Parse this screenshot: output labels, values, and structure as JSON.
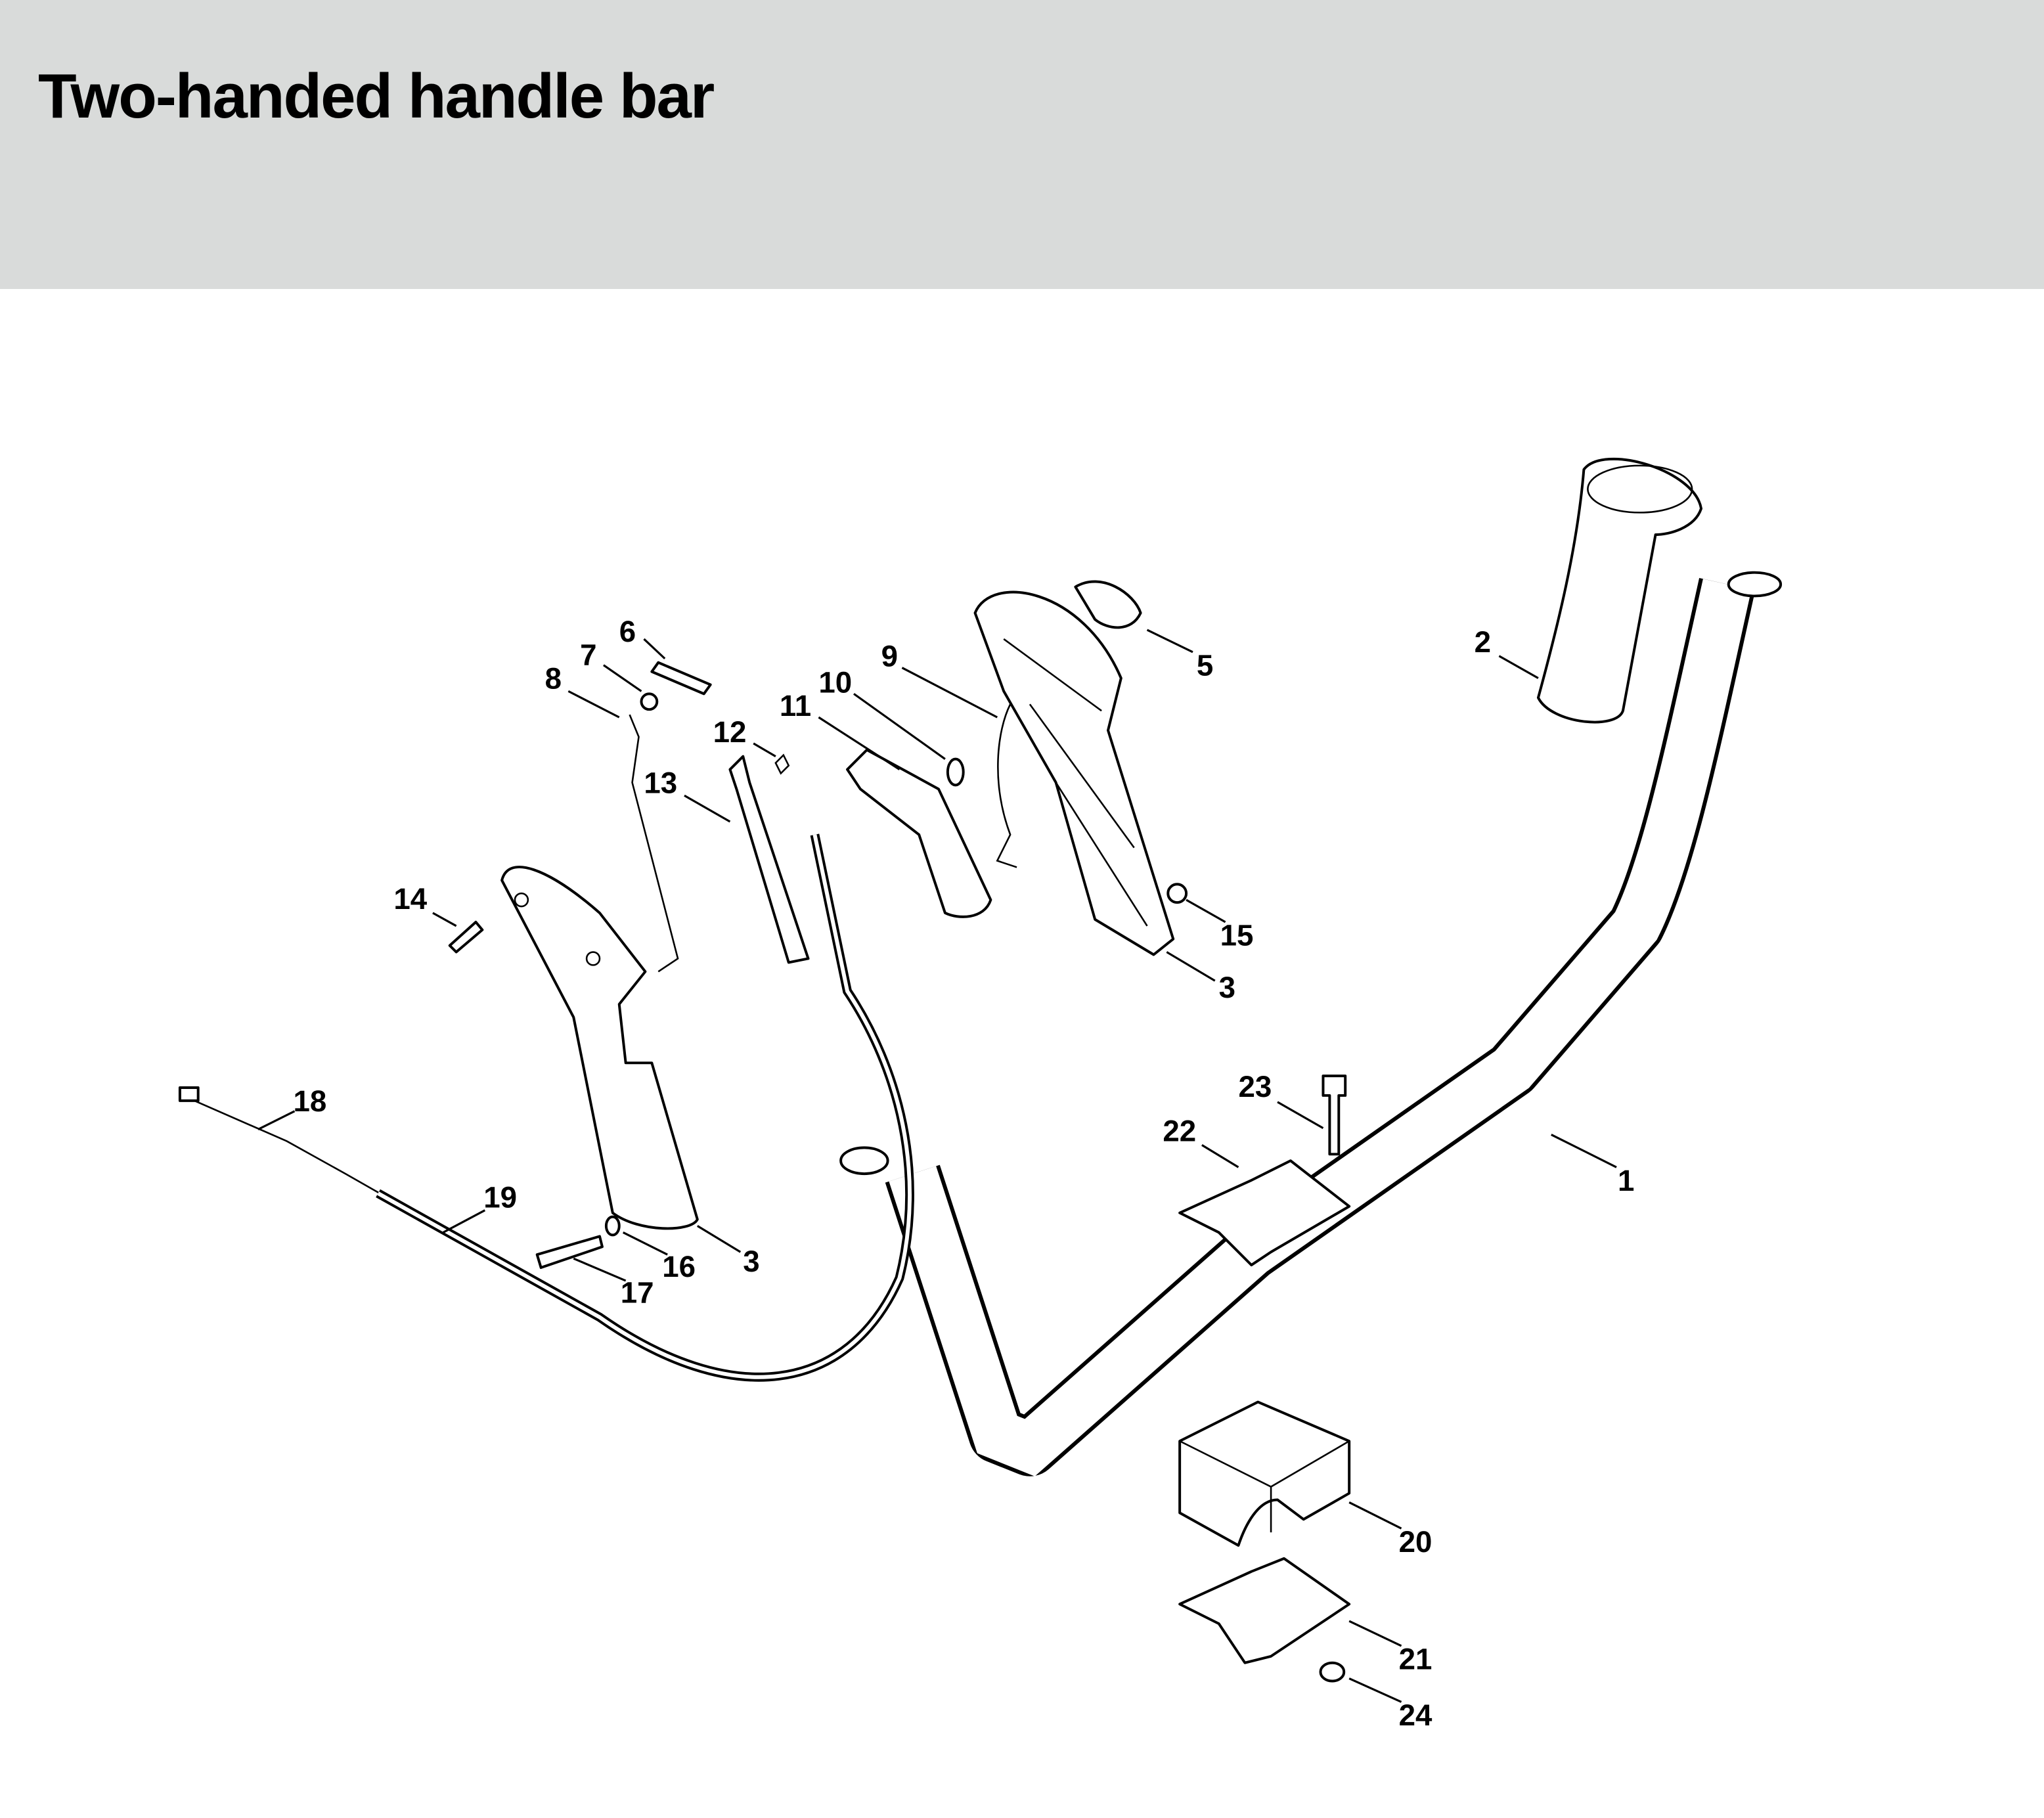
{
  "header": {
    "title": "Two-handed handle bar",
    "background": "#d9dbda"
  },
  "callouts": [
    {
      "label": "1"
    },
    {
      "label": "2"
    },
    {
      "label": "3"
    },
    {
      "label": "3"
    },
    {
      "label": "5"
    },
    {
      "label": "6"
    },
    {
      "label": "7"
    },
    {
      "label": "8"
    },
    {
      "label": "9"
    },
    {
      "label": "10"
    },
    {
      "label": "11"
    },
    {
      "label": "12"
    },
    {
      "label": "13"
    },
    {
      "label": "14"
    },
    {
      "label": "15"
    },
    {
      "label": "16"
    },
    {
      "label": "17"
    },
    {
      "label": "18"
    },
    {
      "label": "19"
    },
    {
      "label": "20"
    },
    {
      "label": "21"
    },
    {
      "label": "22"
    },
    {
      "label": "23"
    },
    {
      "label": "24"
    }
  ]
}
